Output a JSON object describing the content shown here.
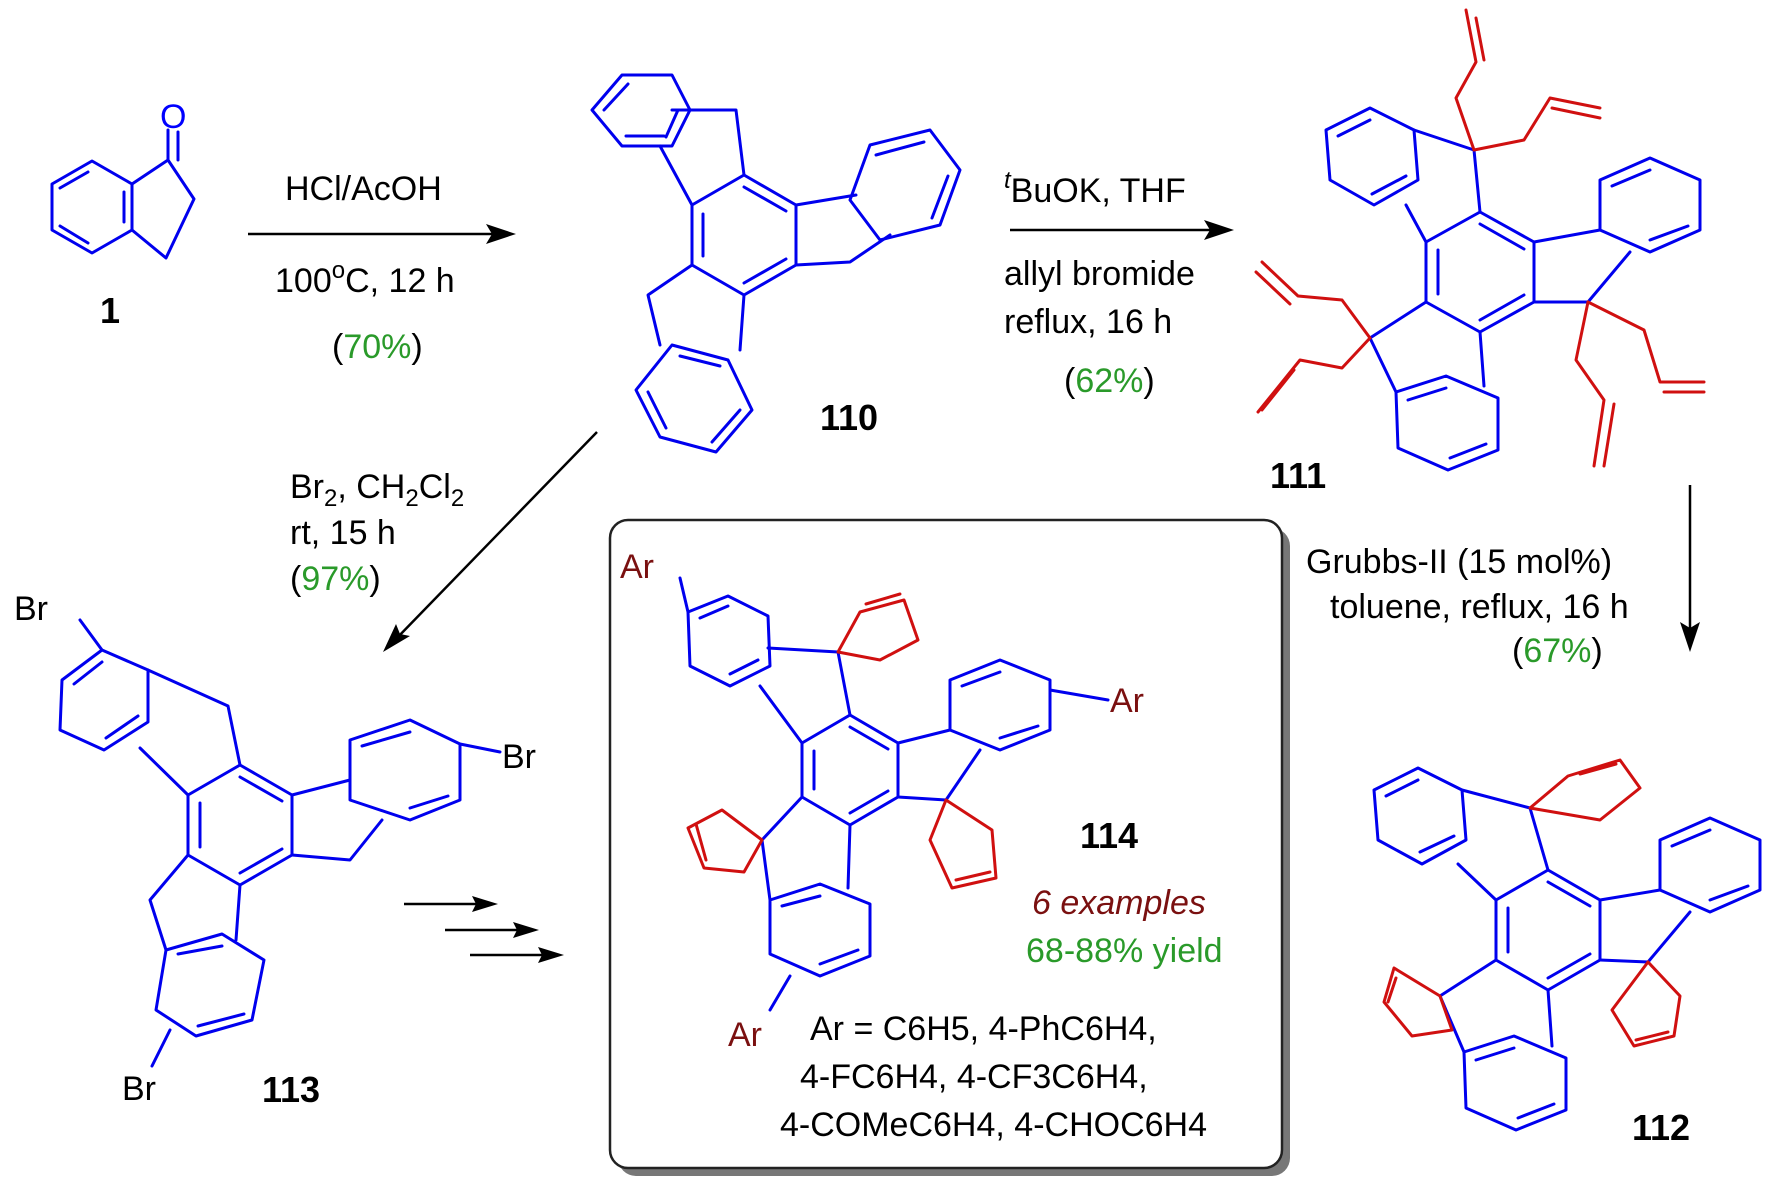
{
  "compounds": {
    "c1": "1",
    "c110": "110",
    "c111": "111",
    "c112": "112",
    "c113": "113",
    "c114": "114"
  },
  "atoms": {
    "oxygen": "O",
    "bromine": "Br",
    "aryl": "Ar"
  },
  "step1": {
    "reagent": "HCl/AcOH",
    "temp_num": "100",
    "temp_sup": "o",
    "temp_rest": "C, 12 h",
    "yield": "70%"
  },
  "step2": {
    "reagent_sup": "t",
    "reagent_rest": "BuOK, THF",
    "line2": "allyl bromide",
    "line3": "reflux, 16 h",
    "yield": "62%"
  },
  "step3": {
    "line1": "Grubbs-II (15 mol%)",
    "line2": "toluene, reflux, 16 h",
    "yield": "67%"
  },
  "step4": {
    "br": "Br",
    "br_sub": "2",
    "ch": ", CH",
    "ch_sub": "2",
    "cl": "Cl",
    "cl_sub": "2",
    "line2": "rt, 15 h",
    "yield": "97%"
  },
  "box": {
    "examples": "6 examples",
    "yield_range": "68-88% yield",
    "ar_line1": "Ar = C6H5, 4-PhC6H4,",
    "ar_line2": "4-FC6H4, 4-CF3C6H4,",
    "ar_line3": "4-COMeC6H4, 4-CHOC6H4"
  },
  "colors": {
    "structure": "#0000ee",
    "substituent": "#d01010",
    "yield": "#2a9a2a",
    "aryl": "#7a1010"
  }
}
